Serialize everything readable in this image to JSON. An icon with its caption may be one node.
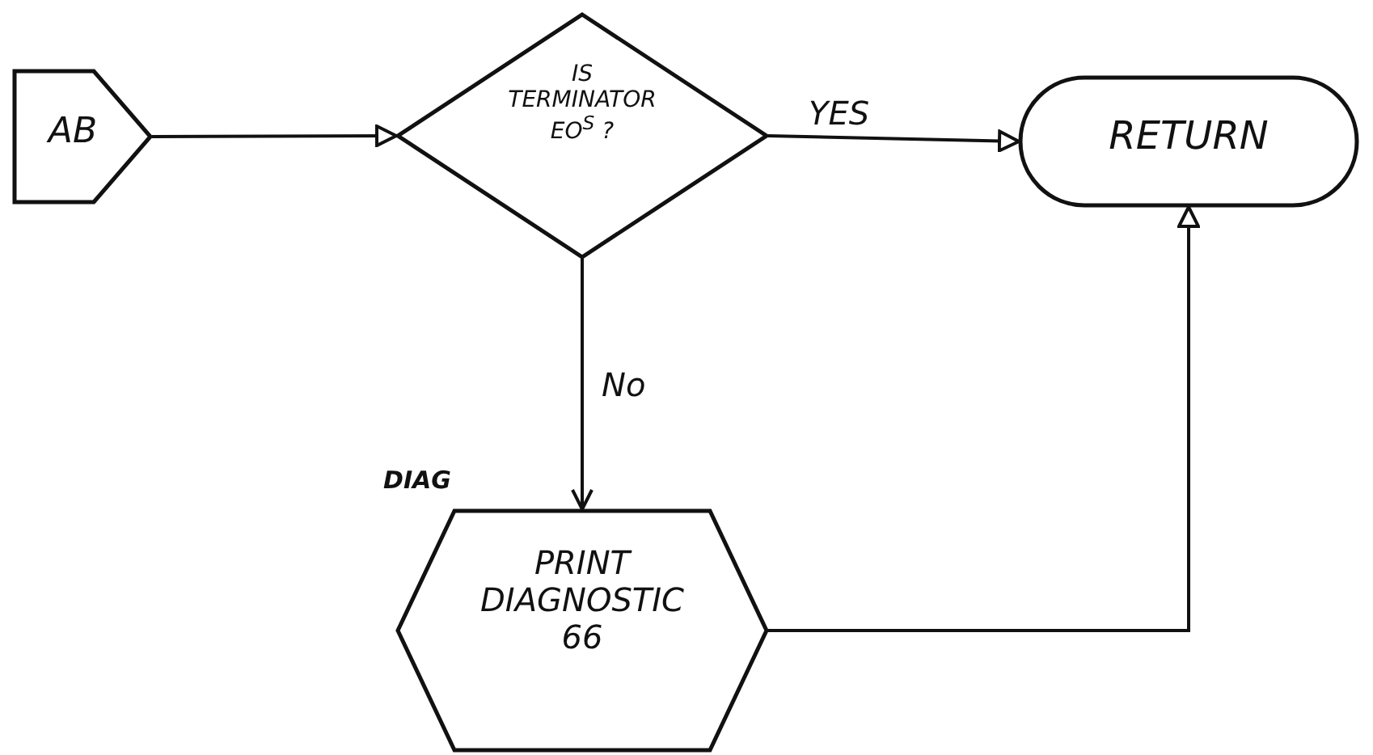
{
  "diagram": {
    "nodes": [
      {
        "text": [
          "AB"
        ]
      },
      {
        "text": [
          "IS TERMINATOR EO$^{S}$ ?"
        ]
      },
      {
        "text": [
          "RETURN"
        ]
      },
      {
        "text": [
          "PRINT DIAGNOSTIC 66"
        ],
        "beside": [
          "DIAG"
        ]
      }
    ],
    "edges": [
      {
        "from": 0,
        "to": 1,
        "arrow": "to"
      },
      {
        "from": 1,
        "to": 2,
        "arrow": "to",
        "label": "YES"
      },
      {
        "from": 1,
        "to": 3,
        "arrow": "to",
        "label": "No"
      },
      {
        "from": 3,
        "to": 2,
        "arrow": "to"
      }
    ]
  }
}
